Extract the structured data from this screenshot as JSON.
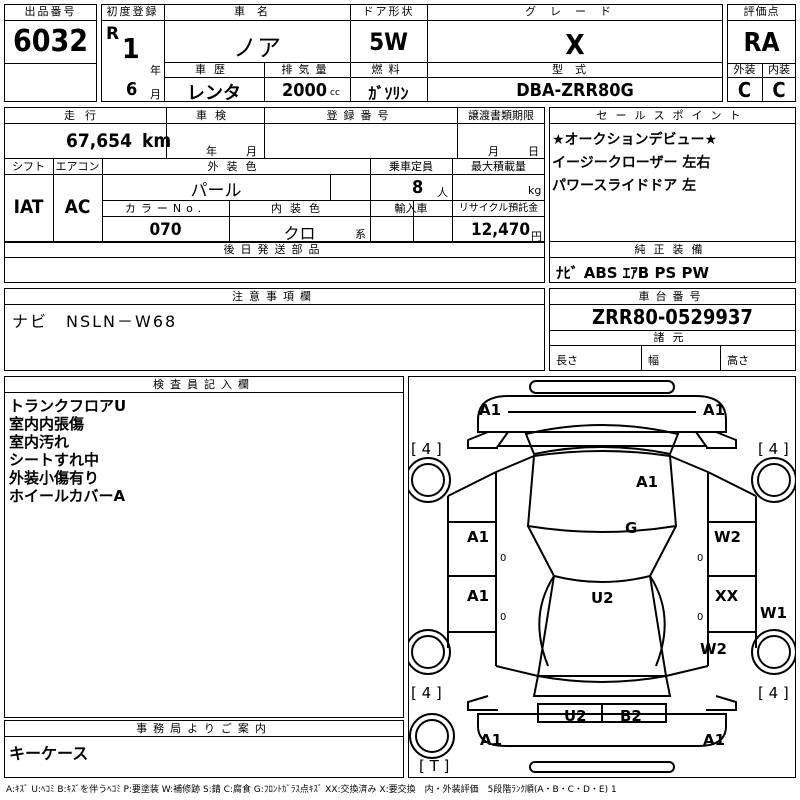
{
  "header": {
    "lot_label": "出品番号",
    "lot_no": "6032",
    "first_reg_label": "初度登録",
    "era": "R",
    "year": "1",
    "year_unit": "年",
    "month": "6",
    "month_unit": "月",
    "maker_label": "車名",
    "model_name": "ノア",
    "door_label": "ドア形状",
    "door": "5W",
    "grade_label": "グレード",
    "grade": "X",
    "score_label": "評価点",
    "score": "RA",
    "history_label": "車歴",
    "history": "レンタ",
    "displacement_label": "排気量",
    "displacement": "2000",
    "displacement_unit": "cc",
    "fuel_label": "燃料",
    "fuel": "ｶﾞｿﾘﾝ",
    "type_label": "型式",
    "type": "DBA-ZRR80G",
    "ext_label": "外装",
    "int_label": "内装",
    "ext_grade": "C",
    "int_grade": "C"
  },
  "row2": {
    "mileage_label": "走行",
    "mileage": "67,654",
    "mileage_unit": "km",
    "inspection_label": "車検",
    "insp_year_unit": "年",
    "insp_month_unit": "月",
    "regno_label": "登録番号",
    "transfer_label": "譲渡書類期限",
    "transfer_month_unit": "月",
    "transfer_day_unit": "日",
    "shift_label": "シフト",
    "shift": "IAT",
    "ac_label": "エアコン",
    "ac": "AC",
    "color_label": "外装色",
    "color": "パール",
    "capacity_label": "乗車定員",
    "capacity": "8",
    "capacity_unit": "人",
    "maxload_label": "最大積載量",
    "maxload_unit": "kg",
    "colorno_label": "カラーNo.",
    "colorno": "070",
    "interior_label": "内装色",
    "interior": "クロ",
    "interior_unit": "系",
    "import_label": "輸入車",
    "recycle_label": "リサイクル預託金",
    "recycle": "12,470",
    "recycle_unit": "円",
    "later_label": "後日発送部品"
  },
  "sales": {
    "label": "セールスポイント",
    "lines": [
      "★オークションデビュー★",
      "イージークローザー 左右",
      "パワースライドドア 左"
    ]
  },
  "equipment": {
    "label": "純正装備",
    "value": "ﾅﾋﾞ ABS ｴｱB PS PW"
  },
  "notes": {
    "label": "注意事項欄",
    "value": "ナビ　NSLN－W68"
  },
  "chassis": {
    "label": "車台番号",
    "value": "ZRR80-0529937",
    "dims_label": "諸元",
    "length": "長さ",
    "width": "幅",
    "height": "高さ"
  },
  "inspector": {
    "label": "検査員記入欄",
    "lines": [
      "トランクフロアU",
      "室内内張傷",
      "室内汚れ",
      "シートすれ中",
      "外装小傷有り",
      "ホイールカバーA"
    ]
  },
  "office": {
    "label": "事務局よりご案内",
    "value": "キーケース"
  },
  "diagram": {
    "marks": {
      "a1_tl": "A1",
      "a1_tr": "A1",
      "a1_bl": "A1",
      "a1_br": "A1",
      "a1_roof": "A1",
      "g": "G",
      "a1_fl": "A1",
      "a1_rl": "A1",
      "w2_fr": "W2",
      "xx": "XX",
      "w1": "W1",
      "w2_rr": "W2",
      "u2": "U2",
      "u2_rear": "U2",
      "b2": "B2",
      "tire_fl": "[ 4 ]",
      "tire_fr": "[ 4 ]",
      "tire_rl": "[ 4 ]",
      "tire_rr": "[ 4 ]",
      "spare": "[ T ]",
      "zero": "0"
    }
  },
  "legend": "A:ｷｽﾞ U:ﾍｺﾐ B:ｷｽﾞを伴うﾍｺﾐ P:要塗装 W:補修跡 S:錆 C:腐食 G:ﾌﾛﾝﾄｶﾞﾗｽ点ｷｽﾞ XX:交換済み X:要交換　内・外装評価　5段階ﾗﾝｸ順(A・B・C・D・E) 1"
}
